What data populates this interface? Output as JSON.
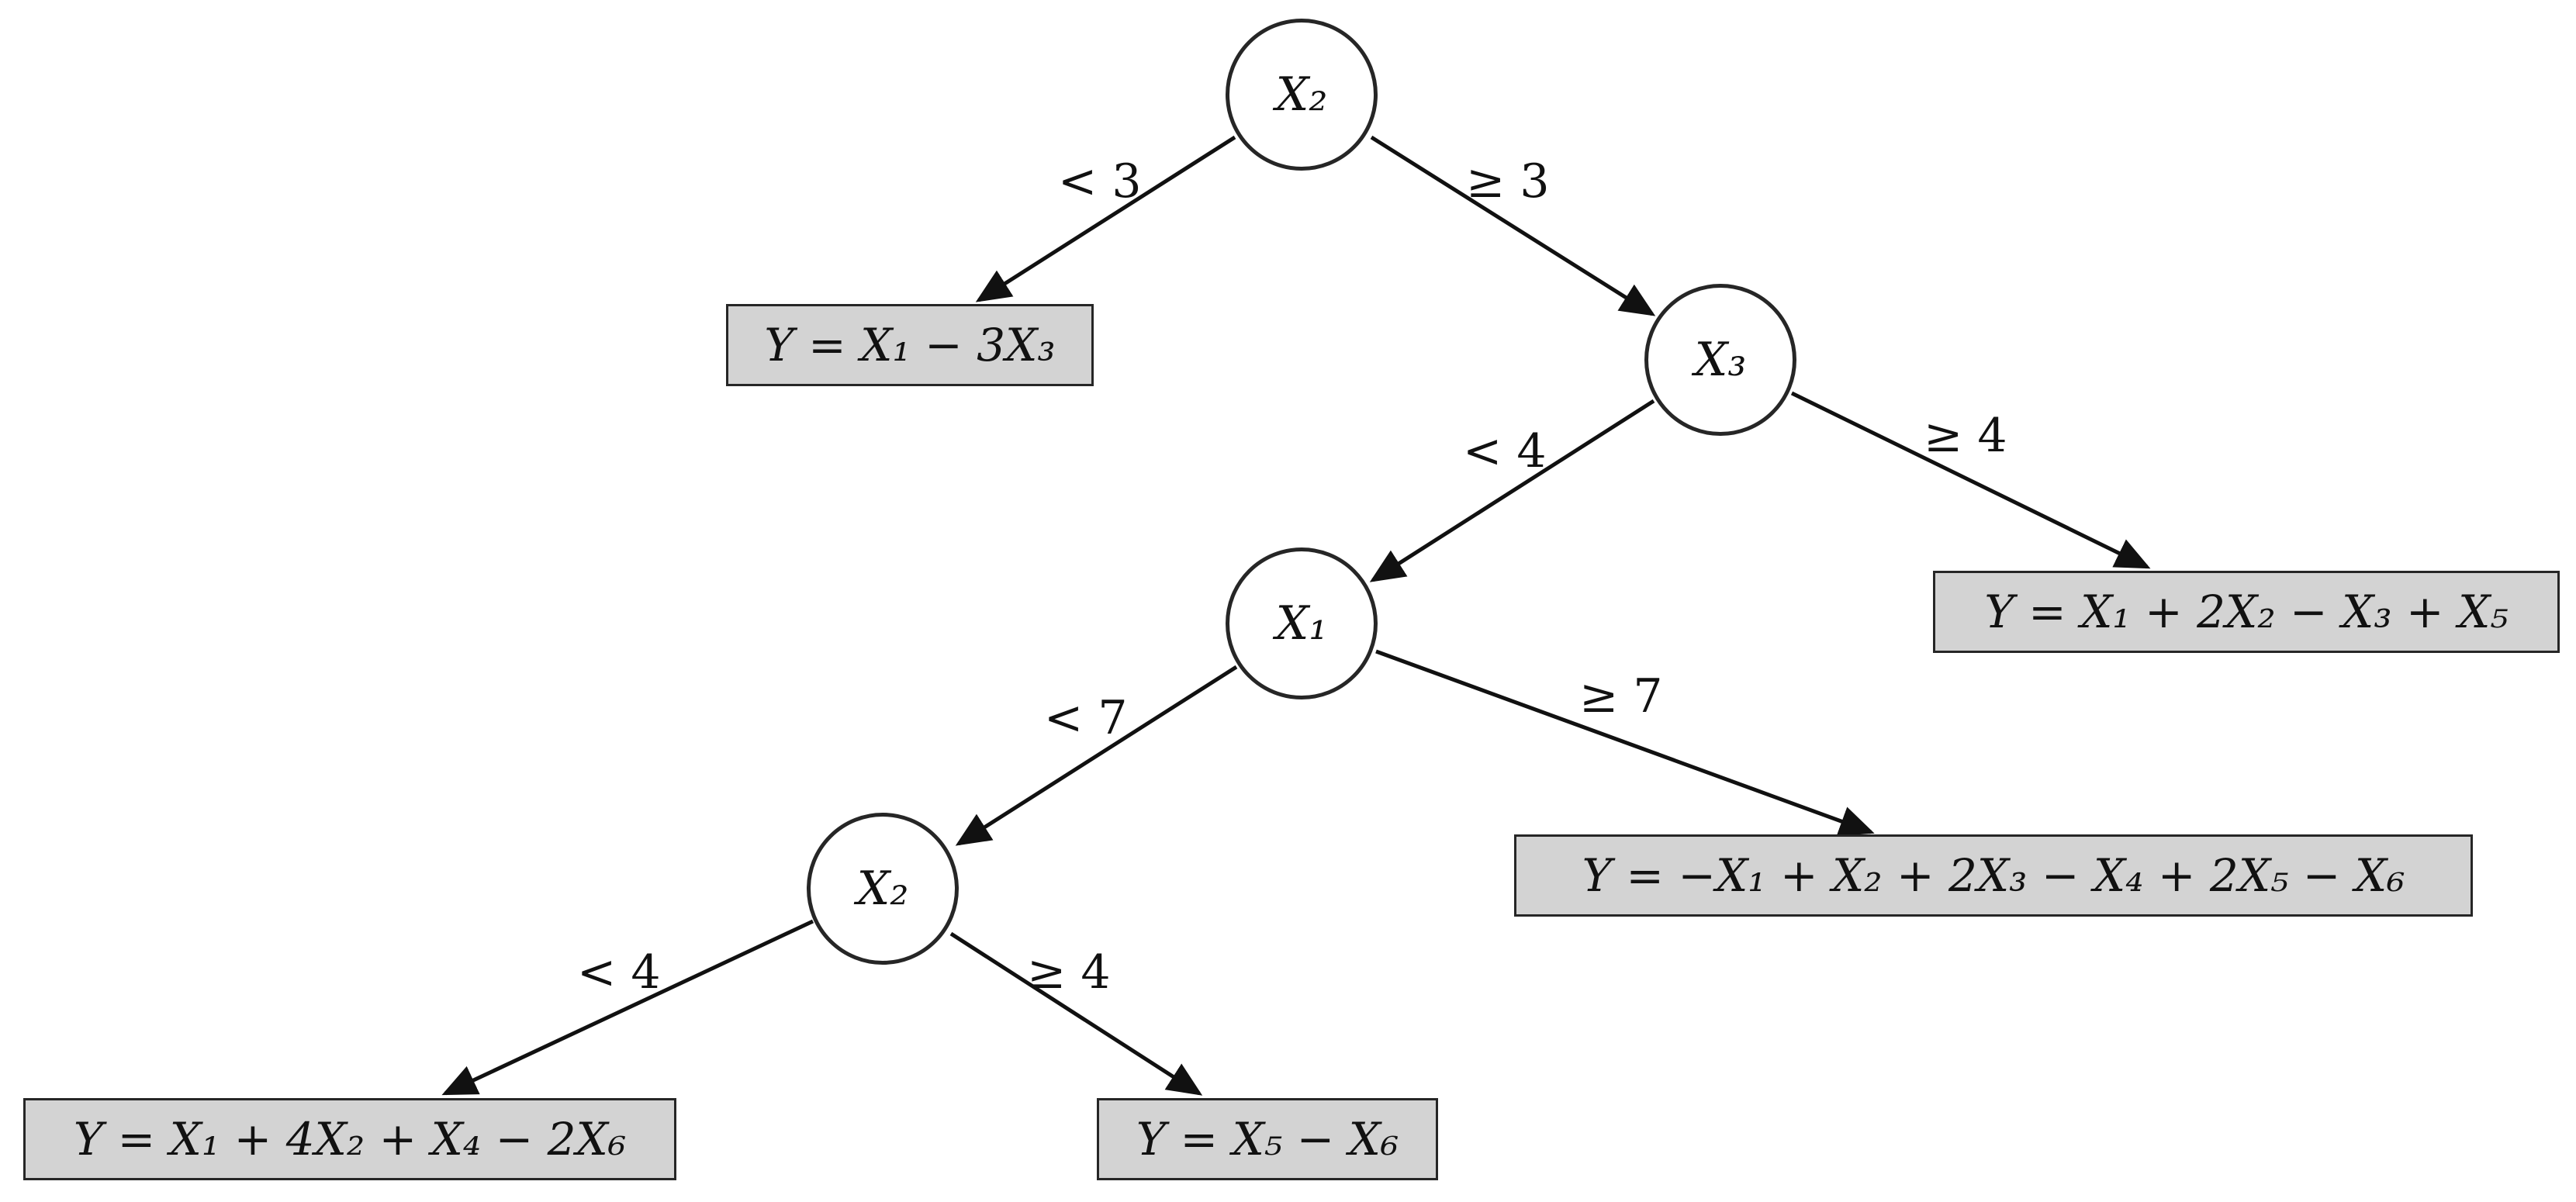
{
  "nodes": {
    "root": "X₂",
    "n2": "X₃",
    "n3": "X₁",
    "n4": "X₂"
  },
  "leaves": {
    "l1": "Y = X₁ − 3X₃",
    "l2": "Y = X₁ + 2X₂ − X₃ + X₅",
    "l3": "Y = −X₁ + X₂ + 2X₃ − X₄ + 2X₅ − X₆",
    "l4": "Y = X₁ + 4X₂ + X₄ − 2X₆",
    "l5": "Y = X₅ − X₆"
  },
  "edges": {
    "e1": "< 3",
    "e2": "≥ 3",
    "e3": "< 4",
    "e4": "≥ 4",
    "e5": "< 7",
    "e6": "≥ 7",
    "e7": "< 4",
    "e8": "≥ 4"
  },
  "colors": {
    "line": "#111111",
    "leaf_fill": "#d3d3d3",
    "node_border": "#262626"
  }
}
